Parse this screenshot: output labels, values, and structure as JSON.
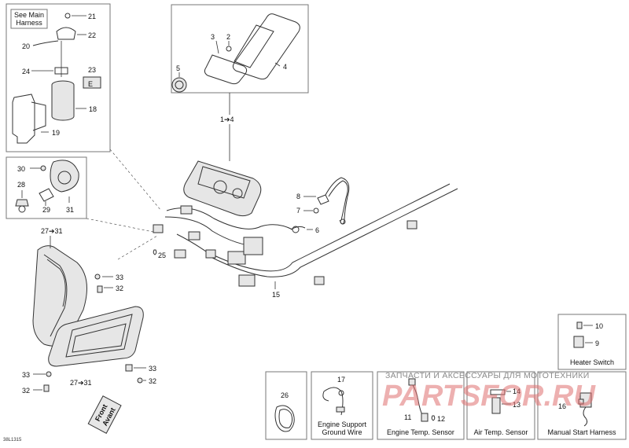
{
  "callouts": {
    "c21": "21",
    "c22": "22",
    "c20": "20",
    "c24": "24",
    "c23": "23",
    "c18": "18",
    "c19": "19",
    "c3": "3",
    "c2": "2",
    "c4": "4",
    "c5": "5",
    "c1to4": "1➔4",
    "c30": "30",
    "c28": "28",
    "c29": "29",
    "c31": "31",
    "c27to31_top": "27➔31",
    "c25": "25",
    "c8": "8",
    "c7": "7",
    "c6": "6",
    "c15": "15",
    "c33a": "33",
    "c32a": "32",
    "c33b": "33",
    "c32b": "32",
    "c33c": "33",
    "c32c": "32",
    "c27to31_bot": "27➔31",
    "c10": "10",
    "c9": "9",
    "c26": "26",
    "c17": "17",
    "c11": "11",
    "c12": "12",
    "c14": "14",
    "c13": "13",
    "c16": "16"
  },
  "labels": {
    "see_main_harness": [
      "See Main",
      "Harness"
    ],
    "heater_switch": "Heater Switch",
    "engine_support_ground_wire": [
      "Engine Support",
      "Ground Wire"
    ],
    "engine_temp_sensor": "Engine Temp. Sensor",
    "air_temp_sensor": "Air Temp. Sensor",
    "manual_start_harness": "Manual Start Harness",
    "front_avant": [
      "Front",
      "Avant"
    ],
    "drawing_code": "38L1315"
  },
  "watermark": {
    "line1": "ЗАПЧАСТИ И АКСЕССУАРЫ ДЛЯ МОТОТЕХНИКИ",
    "line2": "PARTSFOR.RU"
  }
}
